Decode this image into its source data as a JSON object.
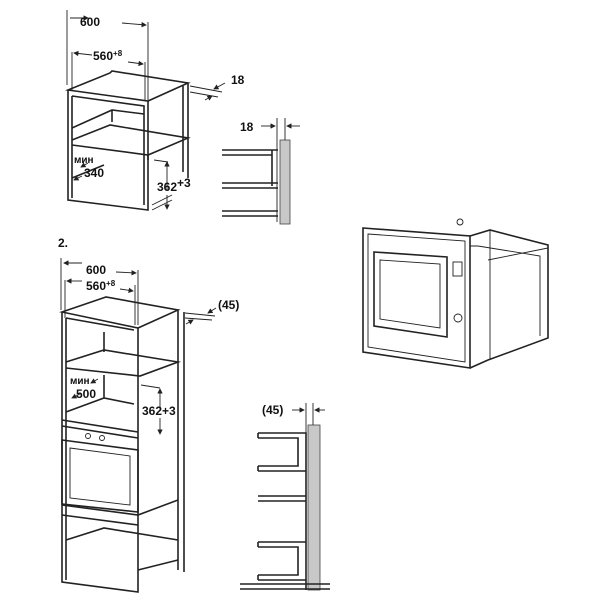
{
  "figure1": {
    "width_outer": "600",
    "width_inner": "560",
    "width_inner_tol": "+8",
    "panel_thickness": "18",
    "section_thickness": "18",
    "min_label": "мин",
    "min_depth": "340",
    "height": "362",
    "height_tol": "+3"
  },
  "figure2": {
    "number": "2.",
    "width_outer": "600",
    "width_inner": "560",
    "width_inner_tol": "+8",
    "panel_thickness": "(45)",
    "section_thickness": "(45)",
    "min_label": "мин",
    "min_depth": "500",
    "height": "362",
    "height_tol": "+3"
  },
  "colors": {
    "line": "#222222",
    "wall": "#c8c8c8"
  }
}
